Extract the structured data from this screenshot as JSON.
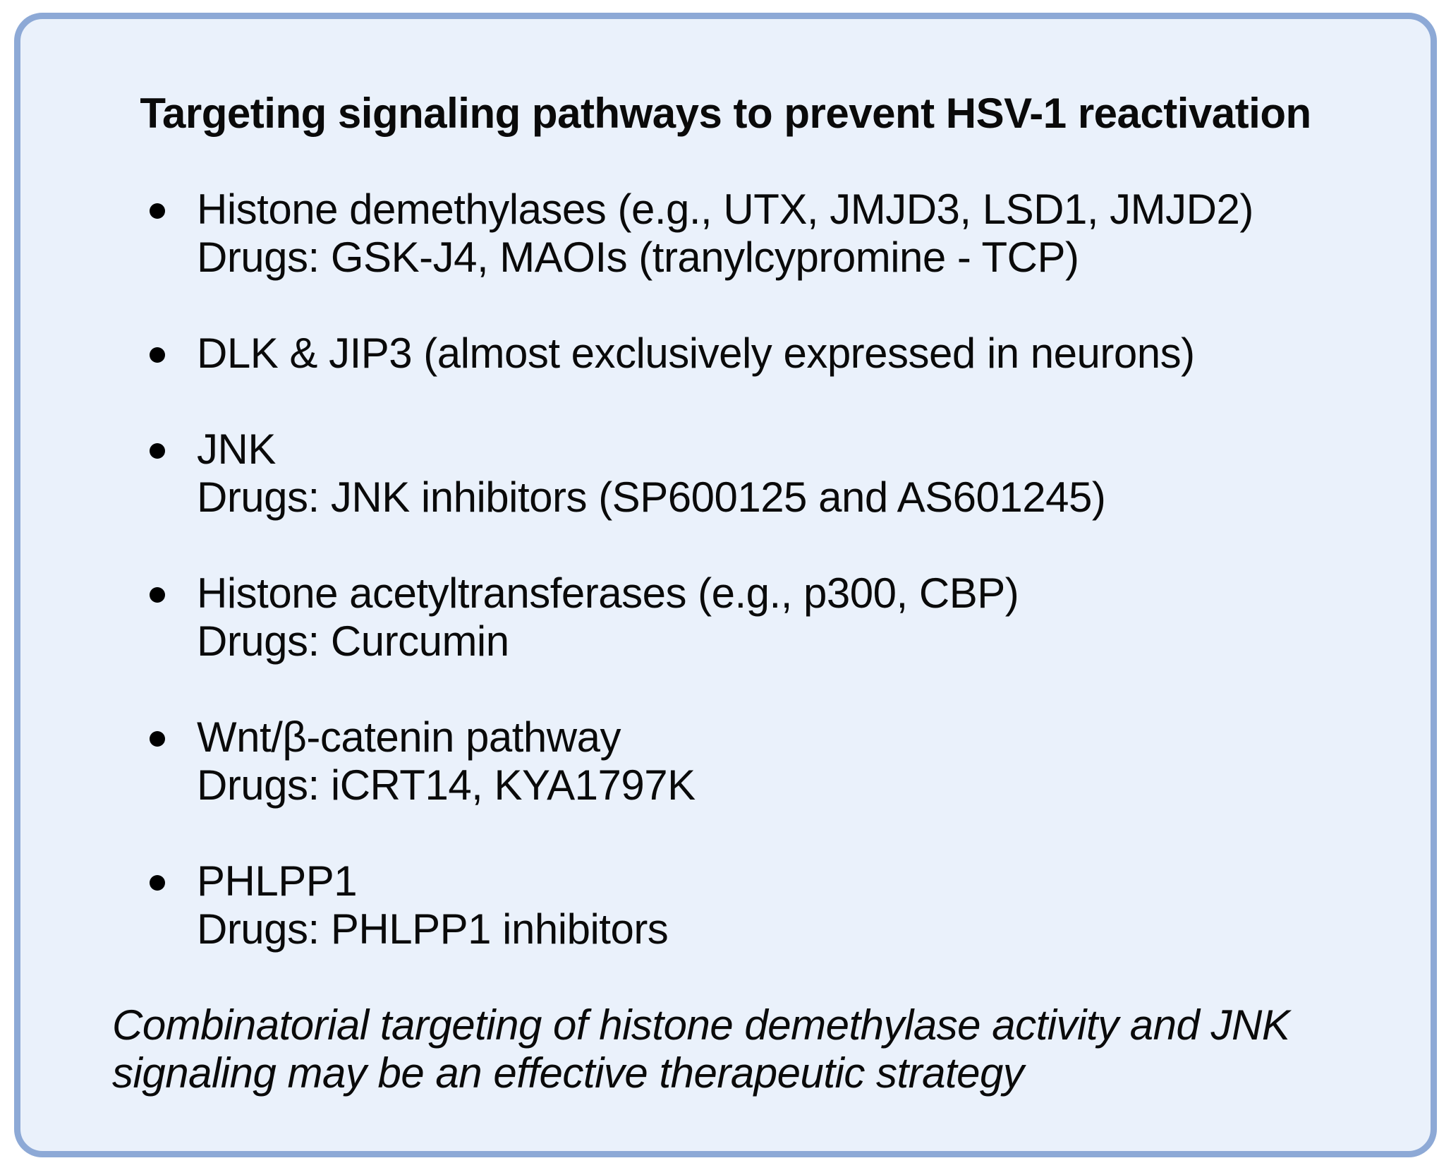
{
  "figure": {
    "title": "Targeting signaling pathways to prevent HSV-1 reactivation",
    "bullets": [
      {
        "pathway": "Histone demethylases (e.g., UTX, JMJD3, LSD1, JMJD2)",
        "drugs": "Drugs: GSK-J4, MAOIs (tranylcypromine - TCP)"
      },
      {
        "pathway": "DLK & JIP3 (almost exclusively expressed in neurons)"
      },
      {
        "pathway": "JNK",
        "drugs": "Drugs: JNK inhibitors (SP600125 and AS601245)"
      },
      {
        "pathway": "Histone acetyltransferases (e.g., p300, CBP)",
        "drugs": "Drugs: Curcumin"
      },
      {
        "pathway": "Wnt/β-catenin pathway",
        "drugs": "Drugs: iCRT14, KYA1797K"
      },
      {
        "pathway": "PHLPP1",
        "drugs": "Drugs: PHLPP1 inhibitors"
      }
    ],
    "conclusion": "Combinatorial targeting of histone demethylase activity and JNK signaling may be an effective therapeutic strategy",
    "colors": {
      "box_fill": "#EAF1FB",
      "box_border": "#8DA9D6",
      "text": "#000000"
    }
  }
}
